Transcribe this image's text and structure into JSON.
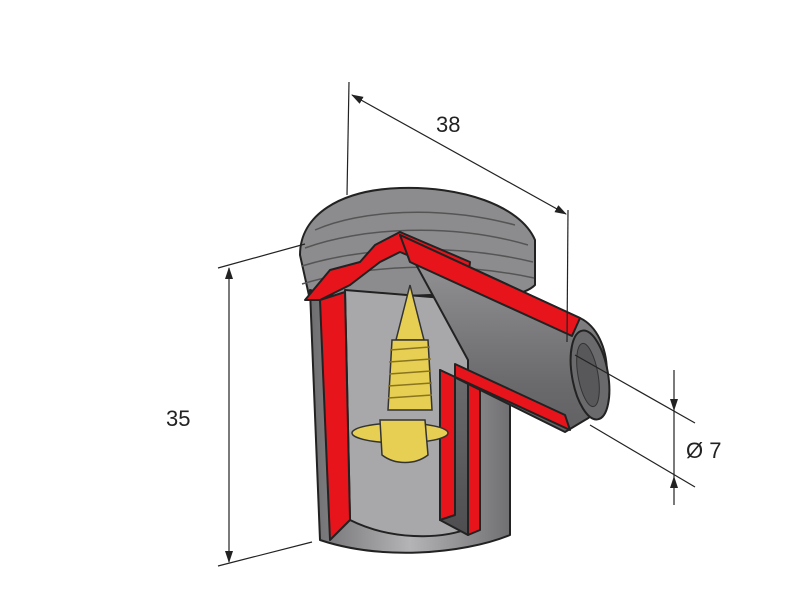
{
  "dimensions": {
    "length": "38",
    "height": "35",
    "diameter": "Ø 7"
  },
  "colors": {
    "body": "#8a8a8c",
    "body_dark": "#5e5e60",
    "body_light": "#b8b8ba",
    "section": "#e8141c",
    "terminal": "#e6cf52",
    "line": "#222222"
  }
}
